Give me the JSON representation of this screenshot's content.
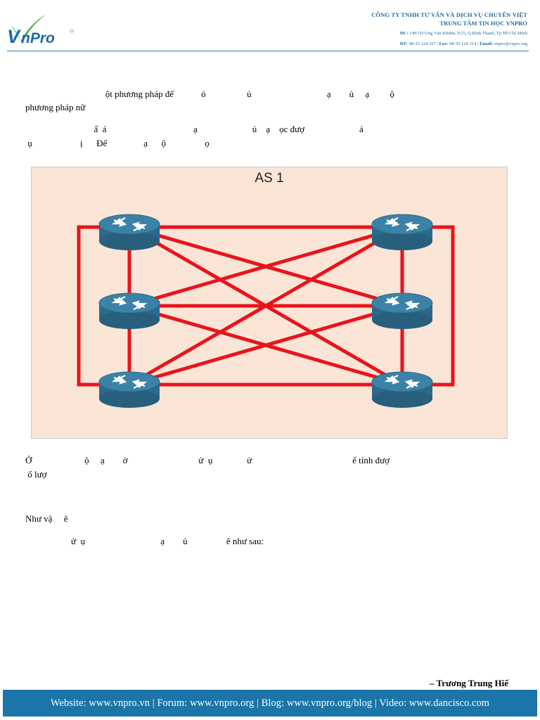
{
  "header": {
    "logo_text": "VnPro",
    "company_name": "CÔNG TY TNHH TƯ VẤN VÀ DỊCH VỤ CHUYÊN VIỆT",
    "center_name": "TRUNG TÂM TIN HỌC VNPRO",
    "address_label": "ĐC:",
    "address": "149/1D Ung Văn Khiêm, P.25, Q.Bình Thạnh, Tp Hồ Chí Minh",
    "phone_label": "ĐT:",
    "phone": "08-35 124 257",
    "fax_label": "Fax:",
    "fax": "08-35 124 314",
    "email_label": "Email:",
    "email": "vnpro@vnpro.org",
    "brand_color": "#1d6d9d"
  },
  "body": {
    "p1_line1": "                                   ột phương pháp để            ó                  ủ                                 ạ        ủ     ạ         ộ",
    "p1_line2": "phương pháp nữ",
    "p2_line1": "                              ấ  á                                      ạ                        ủ    ạ    ọc đượ                        á",
    "p2_line2": " ụ                     ị      Để                ạ      ộ                 ọ",
    "p3_line1": "Ở                       ộ     ạ        ờ                               ử  ụ               ử                                            ể tính đượ",
    "p3_line2": " ố lượ",
    "p4_line1": "Như vậ     ẽ",
    "p5_line1": "                    ử  ụ                                 ạ        ủ                 ẽ như sau:"
  },
  "diagram": {
    "title": "AS 1",
    "background_color": "#fbe5d6",
    "link_color": "#e8141c",
    "router_color": "#3b82a6"
  },
  "author": "– Trương Trung Hiế",
  "footer": {
    "text": "Website: www.vnpro.vn | Forum: www.vnpro.org | Blog: www.vnpro.org/blog | Video: www.dancisco.com",
    "bar_color": "#1b75a9"
  }
}
